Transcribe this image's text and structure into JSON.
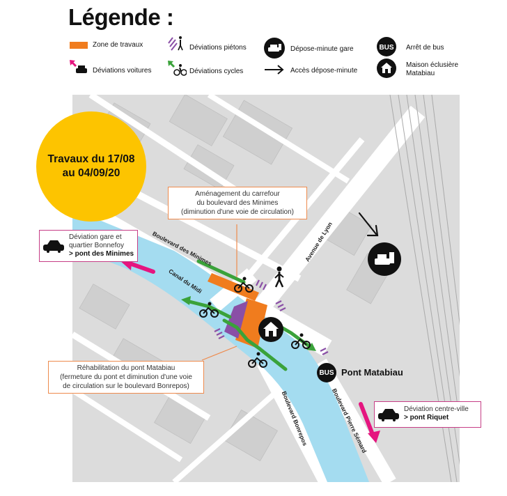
{
  "legend": {
    "title": "Légende :",
    "items": {
      "zone_travaux": "Zone de travaux",
      "deviations_pietons": "Déviations piétons",
      "depose_minute_gare": "Dépose-minute gare",
      "arret_bus": "Arrêt de bus",
      "deviations_voitures": "Déviations voitures",
      "deviations_cycles": "Déviations cycles",
      "acces_depose_minute": "Accès dépose-minute",
      "maison_eclusiere_1": "Maison éclusière",
      "maison_eclusiere_2": "Matabiau"
    }
  },
  "badge": {
    "line1": "Travaux du 17/08",
    "line2": "au 04/09/20"
  },
  "callouts": {
    "carrefour": {
      "line1": "Aménagement du carrefour",
      "line2": "du boulevard des Minimes",
      "line3": "(diminution d'une voie de circulation)"
    },
    "pont": {
      "line1": "Réhabilitation du pont Matabiau",
      "line2": "(fermeture du pont et diminution d'une voie",
      "line3": "de circulation sur le boulevard Bonrepos)"
    }
  },
  "detours": {
    "left": {
      "line1": "Déviation gare et",
      "line2": "quartier Bonnefoy",
      "line3": "> pont des Minimes"
    },
    "right": {
      "line1": "Déviation centre-ville",
      "line2": "> pont Riquet"
    }
  },
  "streets": {
    "minimes": "Boulevard des Minimes",
    "canal": "Canal du Midi",
    "lyon": "Avenue de Lyon",
    "bonrepos": "Boulevard Bonrepos",
    "semard": "Boulevard Pierre Sémard"
  },
  "bus_stop": {
    "badge": "BUS",
    "name": "Pont Matabiau"
  },
  "colors": {
    "works": "#f07c1e",
    "pedestrian": "#8a4fa6",
    "car": "#e5157f",
    "cycle": "#3aa23a",
    "canal": "#a4dcf0",
    "badge": "#fdc400"
  }
}
